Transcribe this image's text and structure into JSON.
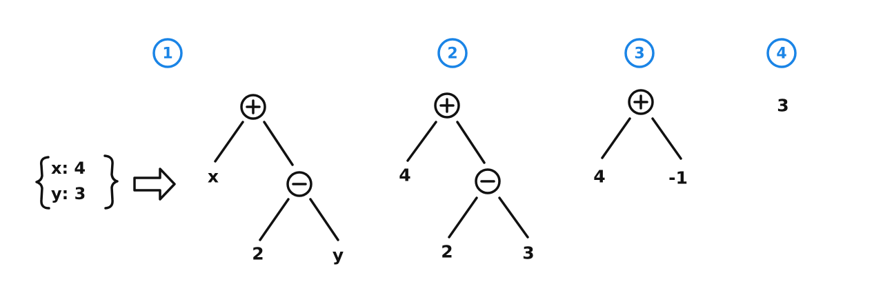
{
  "accent_color": "#1a84e6",
  "environment": {
    "bindings": [
      "x: 4",
      "y: 3"
    ]
  },
  "steps": [
    {
      "number": "1",
      "root": "plus",
      "left": "x",
      "right": {
        "op": "minus",
        "left": "2",
        "right": "y"
      }
    },
    {
      "number": "2",
      "root": "plus",
      "left": "4",
      "right": {
        "op": "minus",
        "left": "2",
        "right": "3"
      }
    },
    {
      "number": "3",
      "root": "plus",
      "left": "4",
      "right": "-1"
    },
    {
      "number": "4",
      "result": "3"
    }
  ]
}
